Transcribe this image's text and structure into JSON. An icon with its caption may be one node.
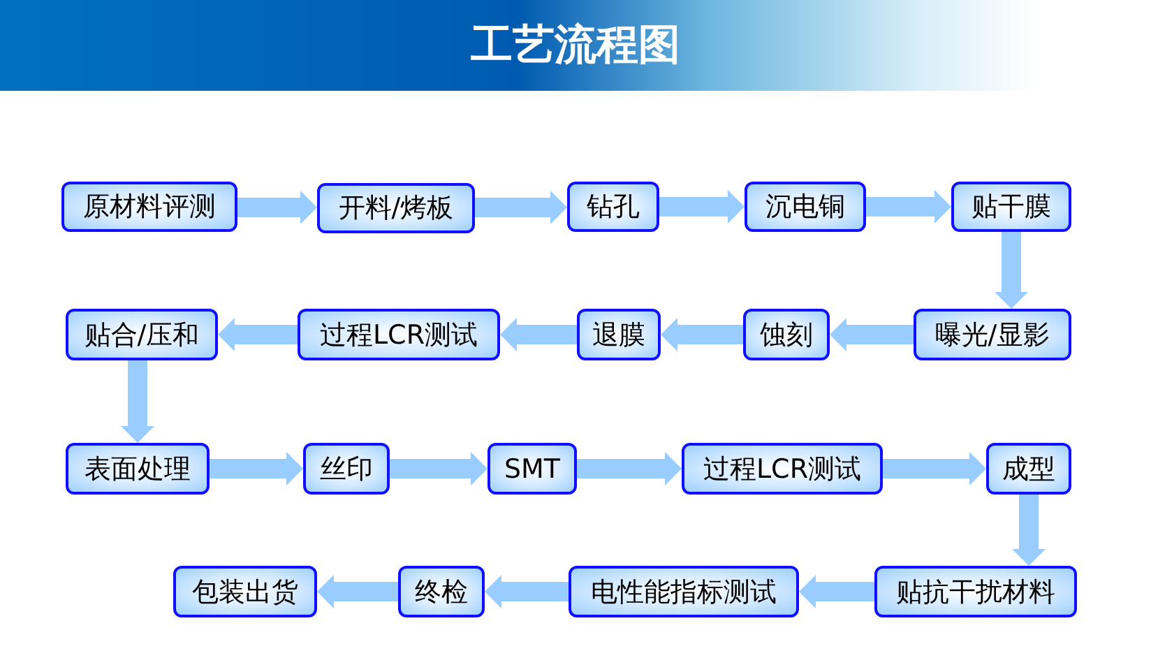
{
  "diagram": {
    "title": "工艺流程图",
    "nodes": [
      {
        "text": [
          "原材料评测"
        ]
      },
      {
        "text": [
          "开料/烤板"
        ]
      },
      {
        "text": [
          "钻孔"
        ]
      },
      {
        "text": [
          "沉电铜"
        ]
      },
      {
        "text": [
          "贴干膜"
        ]
      },
      {
        "text": [
          "曝光/显影"
        ]
      },
      {
        "text": [
          "蚀刻"
        ]
      },
      {
        "text": [
          "退膜"
        ]
      },
      {
        "text": [
          "过程LCR测试"
        ]
      },
      {
        "text": [
          "贴合/压和"
        ]
      },
      {
        "text": [
          "表面处理"
        ]
      },
      {
        "text": [
          "丝印"
        ]
      },
      {
        "text": [
          "SMT"
        ]
      },
      {
        "text": [
          "过程LCR测试"
        ]
      },
      {
        "text": [
          "成型"
        ]
      },
      {
        "text": [
          "贴抗干扰材料"
        ]
      },
      {
        "text": [
          "电性能指标测试"
        ]
      },
      {
        "text": [
          "终检"
        ]
      },
      {
        "text": [
          "包装出货"
        ]
      }
    ],
    "edges": [
      {
        "from": 0,
        "to": 1,
        "arrow": "to"
      },
      {
        "from": 1,
        "to": 2,
        "arrow": "to"
      },
      {
        "from": 2,
        "to": 3,
        "arrow": "to"
      },
      {
        "from": 3,
        "to": 4,
        "arrow": "to"
      },
      {
        "from": 4,
        "to": 5,
        "arrow": "to"
      },
      {
        "from": 5,
        "to": 6,
        "arrow": "to"
      },
      {
        "from": 6,
        "to": 7,
        "arrow": "to"
      },
      {
        "from": 7,
        "to": 8,
        "arrow": "to"
      },
      {
        "from": 8,
        "to": 9,
        "arrow": "to"
      },
      {
        "from": 9,
        "to": 10,
        "arrow": "to"
      },
      {
        "from": 10,
        "to": 11,
        "arrow": "to"
      },
      {
        "from": 11,
        "to": 12,
        "arrow": "to"
      },
      {
        "from": 12,
        "to": 13,
        "arrow": "to"
      },
      {
        "from": 13,
        "to": 14,
        "arrow": "to"
      },
      {
        "from": 14,
        "to": 15,
        "arrow": "to"
      },
      {
        "from": 15,
        "to": 16,
        "arrow": "to"
      },
      {
        "from": 16,
        "to": 17,
        "arrow": "to"
      },
      {
        "from": 17,
        "to": 18,
        "arrow": "to"
      }
    ]
  }
}
